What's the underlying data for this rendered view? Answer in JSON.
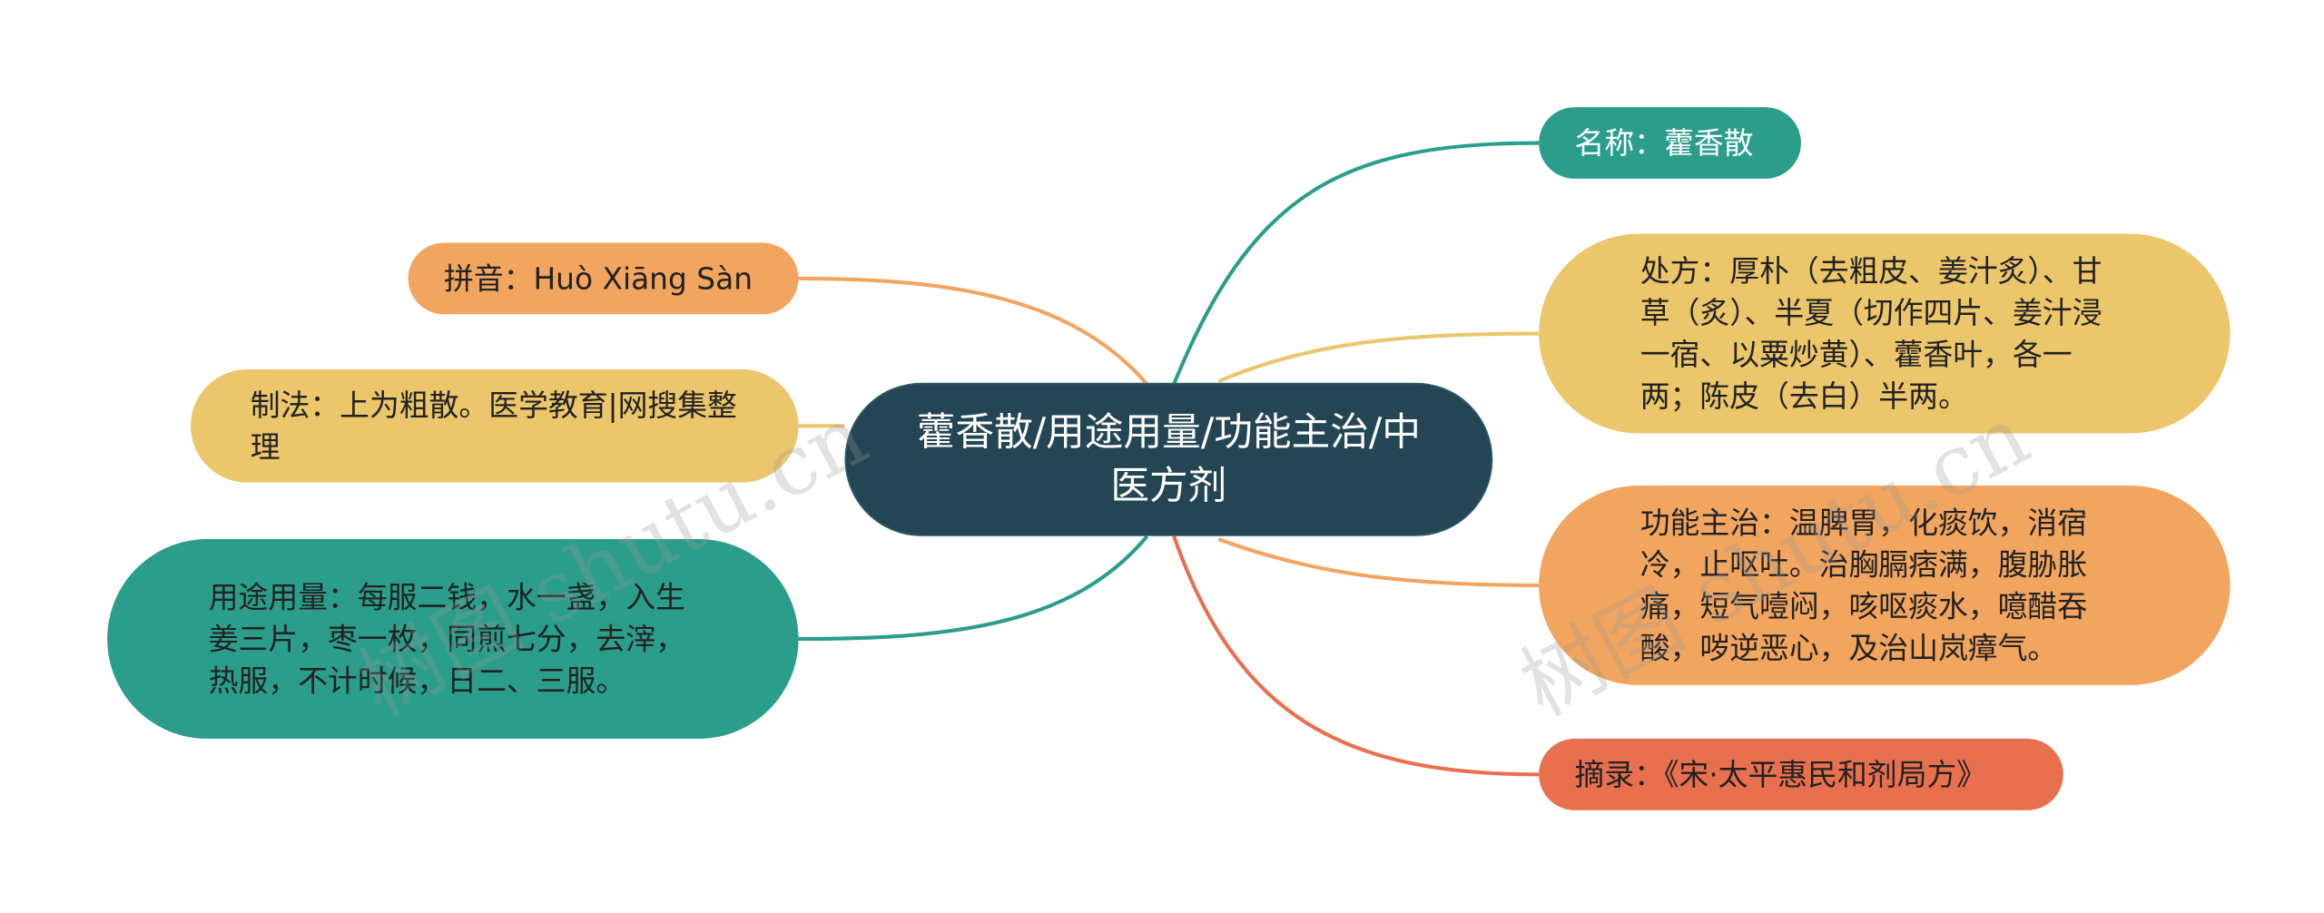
{
  "center": {
    "text": "藿香散/用途用量/功能主治/中医方剂"
  },
  "right_nodes": {
    "name": "名称：藿香散",
    "recipe": "处方：厚朴（去粗皮、姜汁炙）、甘草（炙）、半夏（切作四片、姜汁浸一宿、以粟炒黄）、藿香叶，各一两；陈皮（去白）半两。",
    "function": "功能主治：温脾胃，化痰饮，消宿冷，止呕吐。治胸膈痞满，腹胁胀痛，短气噎闷，咳呕痰水，噫醋吞酸，哕逆恶心，及治山岚瘴气。",
    "source": "摘录：《宋·太平惠民和剂局方》"
  },
  "left_nodes": {
    "pinyin": "拼音：Huò Xiāng Sàn",
    "method": "制法：上为粗散。医学教育|网搜集整理",
    "usage": "用途用量：每服二钱，水一盏，入生姜三片，枣一枚，同煎七分，去滓，热服，不计时候，日二、三服。"
  },
  "watermark": "树图 shutu.cn",
  "colors": {
    "center": "#244654",
    "teal": "#2b9e8b",
    "yellow": "#ebc66b",
    "orange": "#f2a55f",
    "red": "#e8704f"
  }
}
